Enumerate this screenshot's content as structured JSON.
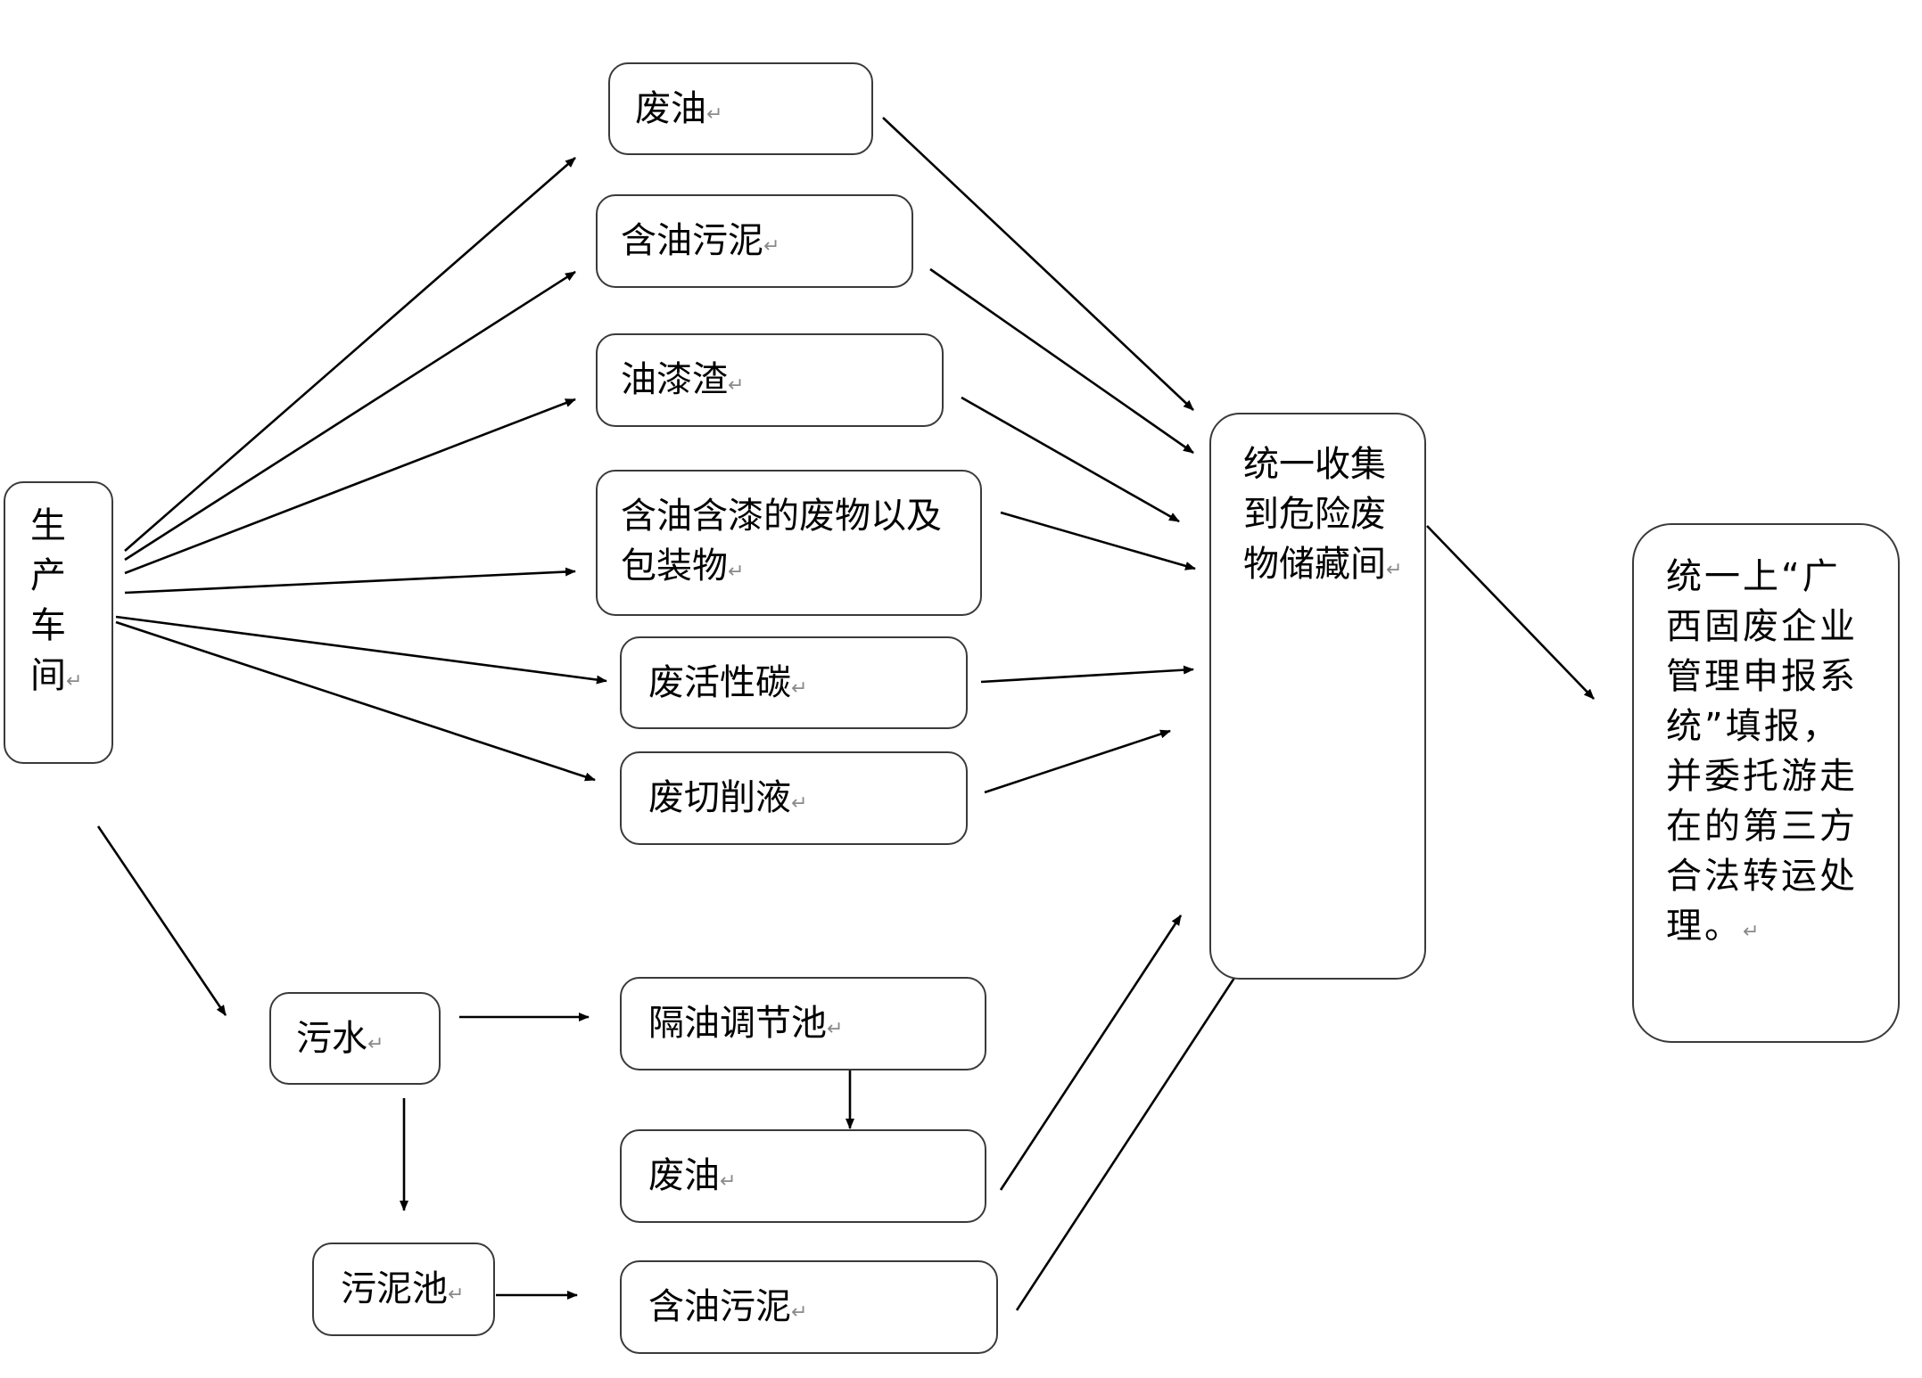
{
  "diagram": {
    "return_mark": "↵",
    "nodes": {
      "workshop": "生\n产\n车\n间",
      "waste_oil_top": "废油",
      "oily_sludge_top": "含油污泥",
      "paint_residue": "油漆渣",
      "oily_paint_waste": "含油含漆的废物以及\n包装物",
      "waste_carbon": "废活性碳",
      "cutting_fluid": "废切削液",
      "storage": "统一收集\n到危险废\n物储藏间",
      "final": "统一上“广\n西固废企业\n管理申报系\n统”填报，\n并委托游走\n在的第三方\n合法转运处\n理。",
      "sewage": "污水",
      "separator_pool": "隔油调节池",
      "waste_oil_bottom": "废油",
      "sludge_pool": "污泥池",
      "oily_sludge_bottom": "含油污泥"
    }
  }
}
